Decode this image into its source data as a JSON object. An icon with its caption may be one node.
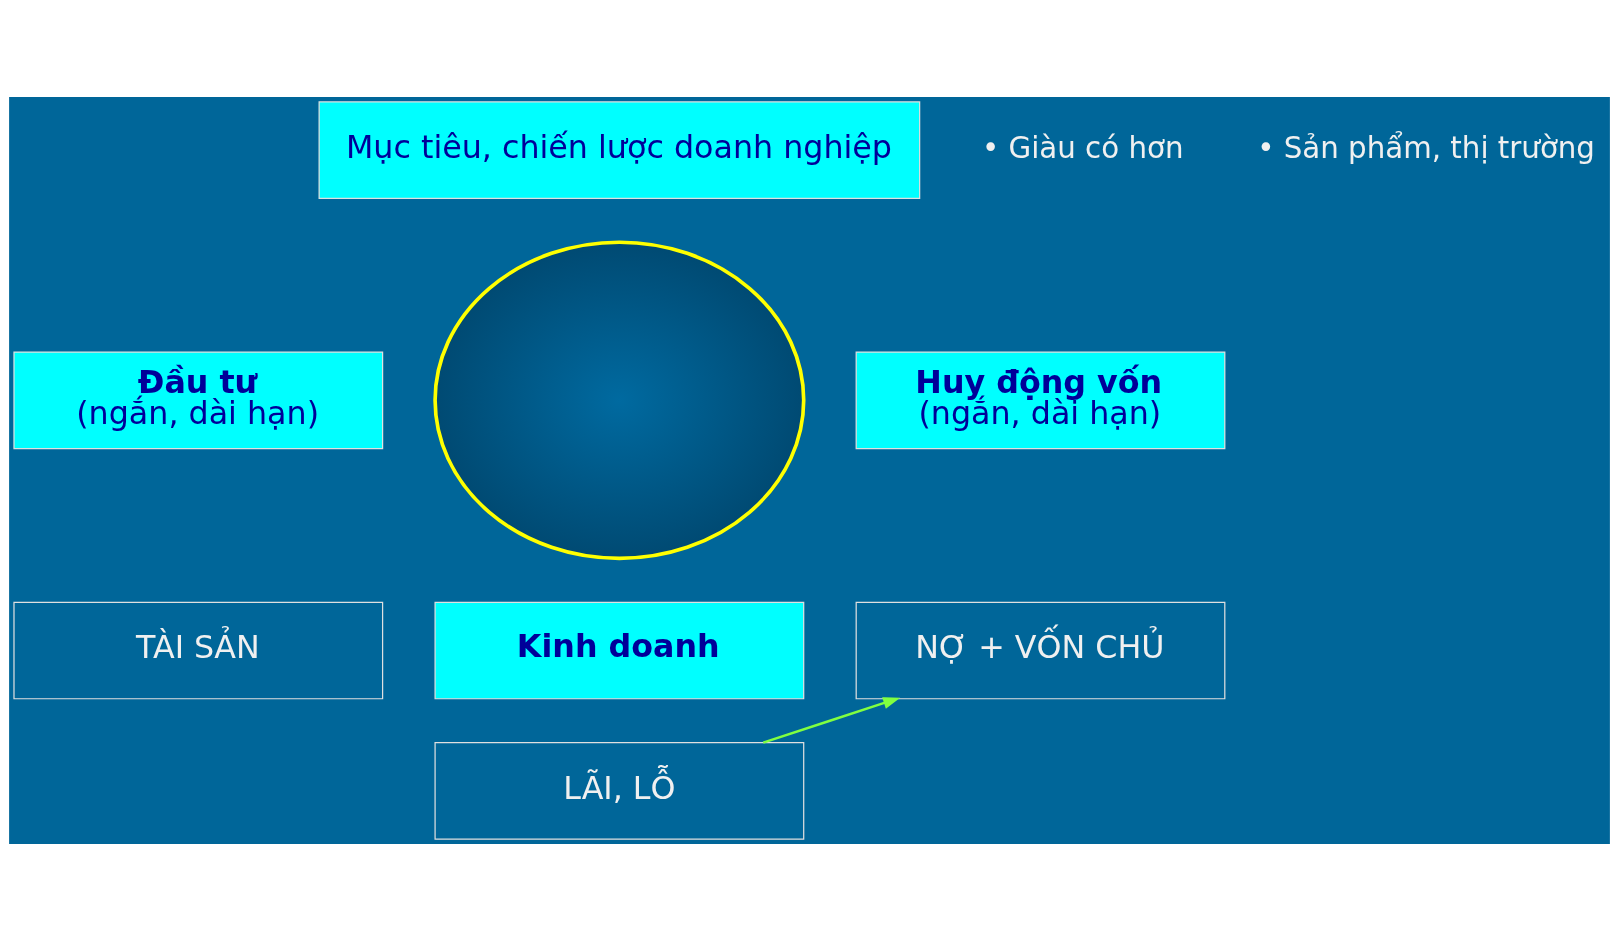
{
  "diagram": {
    "nodes": [
      {
        "text": [
          "Mục tiêu, chiến lược doanh nghiệp"
        ]
      },
      {
        "text": [],
        "shape": "ellipse"
      },
      {
        "text": [
          "Đầu tư",
          "(ngắn, dài hạn)"
        ]
      },
      {
        "text": [
          "Huy động vốn",
          "(ngắn, dài hạn)"
        ]
      },
      {
        "text": [
          "TÀI SẢN"
        ]
      },
      {
        "text": [
          "NỢ + VỐN CHỦ"
        ]
      },
      {
        "text": [
          "Kinh doanh"
        ]
      },
      {
        "text": [
          "LÃI, LỖ"
        ]
      }
    ],
    "edges": [
      {
        "from": 7,
        "to": 5,
        "arrow": "to",
        "color": "#80ff40"
      }
    ],
    "labels": [
      "• Giàu có hơn",
      "• Sản phẩm, thị trường"
    ]
  }
}
